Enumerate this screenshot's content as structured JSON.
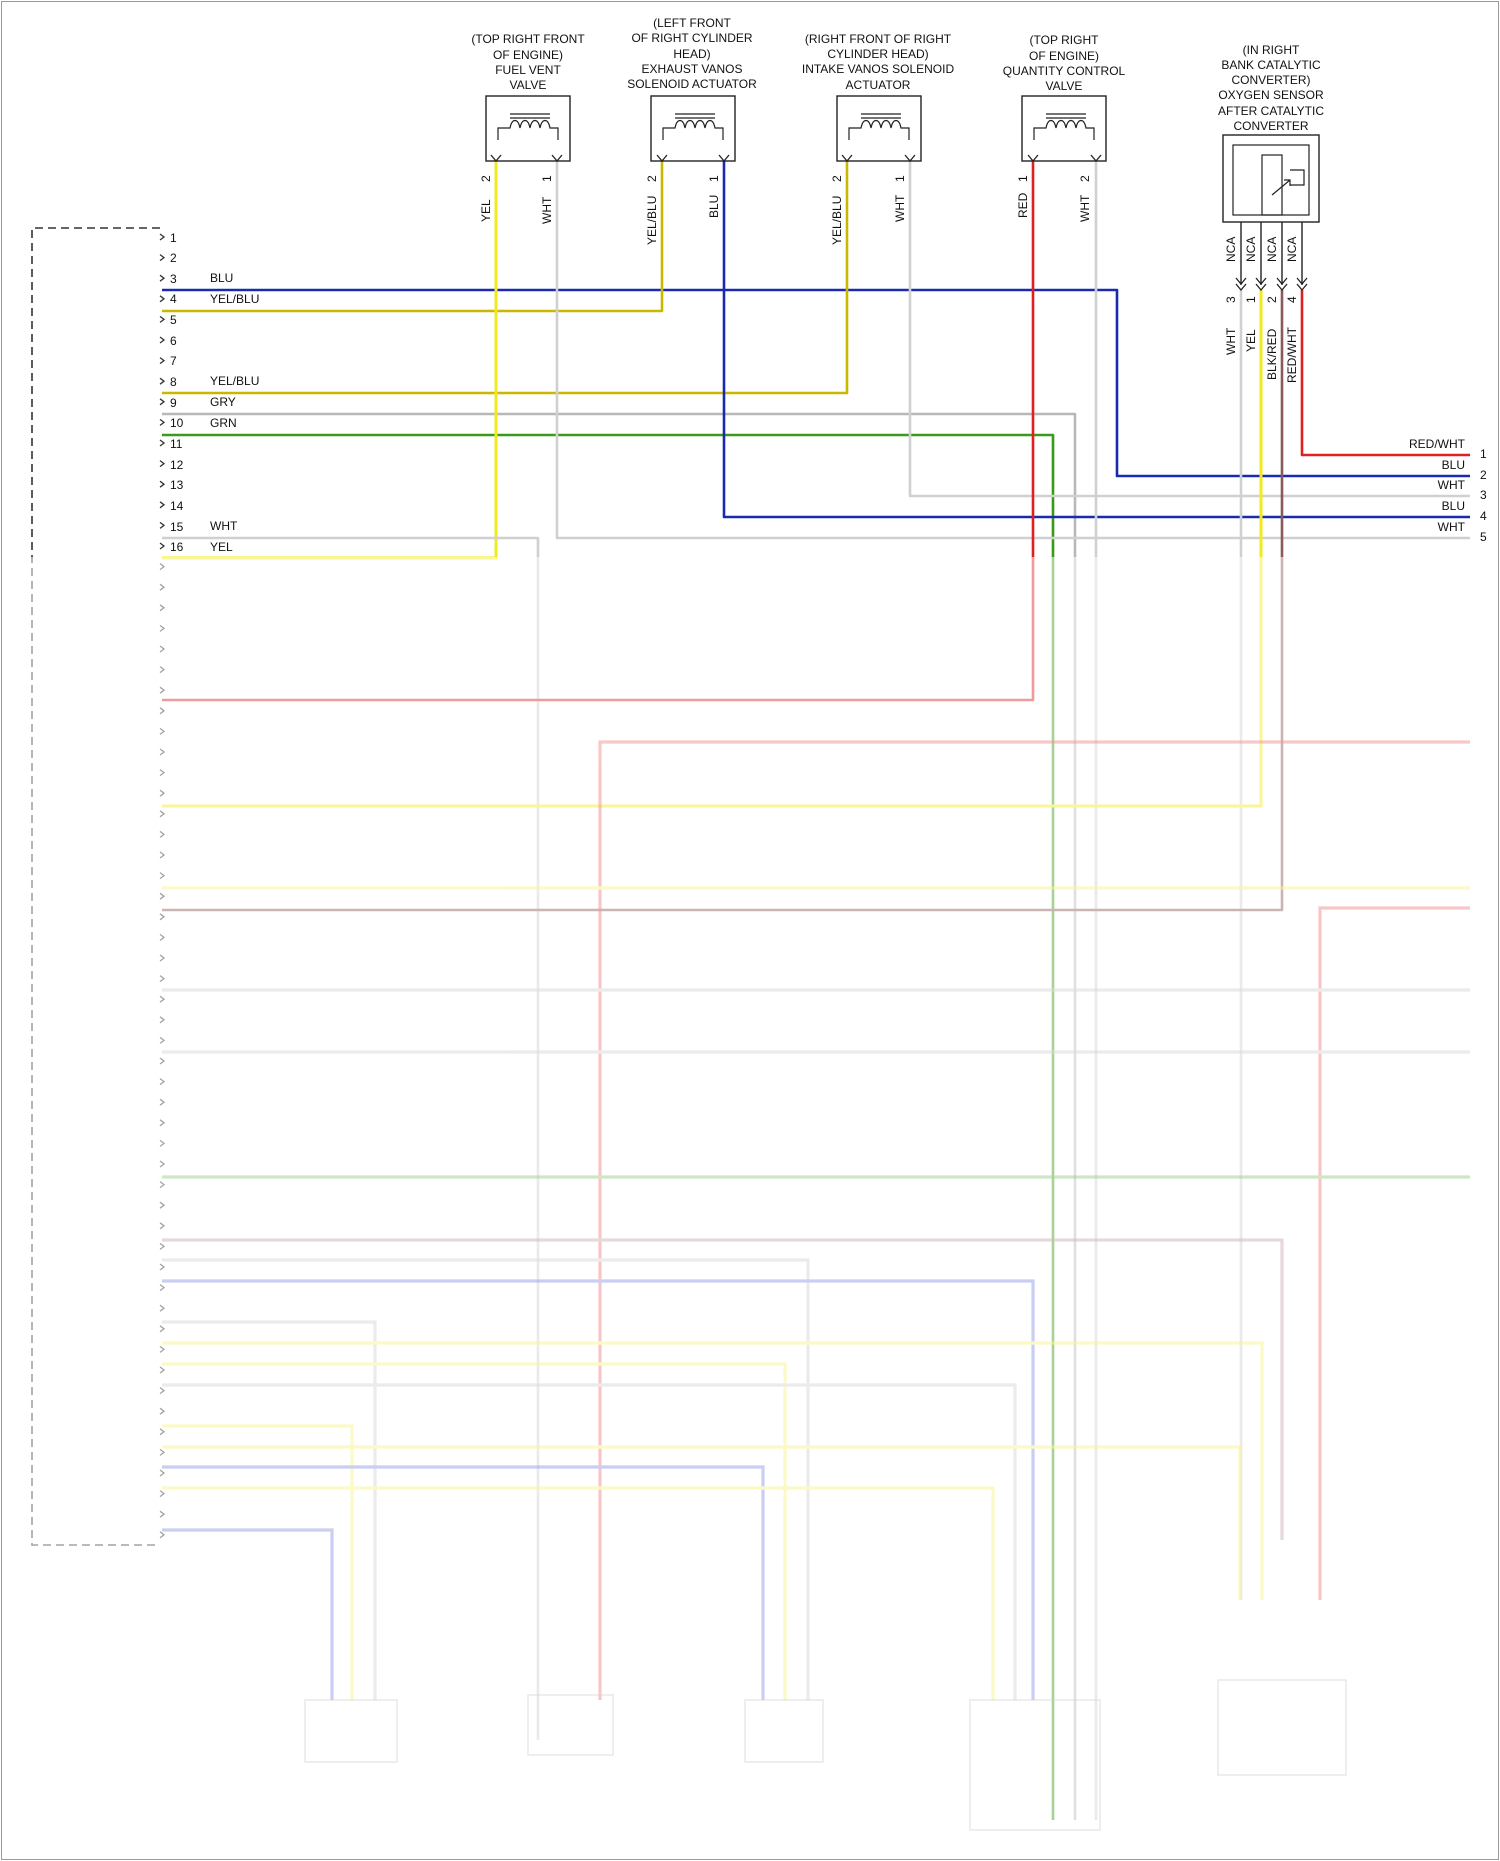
{
  "components": {
    "fuel_vent_valve": {
      "label": [
        "(TOP RIGHT FRONT",
        "OF ENGINE)",
        "FUEL VENT",
        "VALVE"
      ],
      "pins": [
        {
          "num": "2",
          "wire": "YEL"
        },
        {
          "num": "1",
          "wire": "WHT"
        }
      ]
    },
    "exhaust_vanos": {
      "label": [
        "(LEFT FRONT",
        "OF RIGHT CYLINDER",
        "HEAD)",
        "EXHAUST VANOS",
        "SOLENOID ACTUATOR"
      ],
      "pins": [
        {
          "num": "2",
          "wire": "YEL/BLU"
        },
        {
          "num": "1",
          "wire": "BLU"
        }
      ]
    },
    "intake_vanos": {
      "label": [
        "(RIGHT FRONT OF RIGHT",
        "CYLINDER HEAD)",
        "INTAKE VANOS SOLENOID",
        "ACTUATOR"
      ],
      "pins": [
        {
          "num": "2",
          "wire": "YEL/BLU"
        },
        {
          "num": "1",
          "wire": "WHT"
        }
      ]
    },
    "quantity_control_valve": {
      "label": [
        "(TOP RIGHT",
        "OF ENGINE)",
        "QUANTITY CONTROL",
        "VALVE"
      ],
      "pins": [
        {
          "num": "1",
          "wire": "RED"
        },
        {
          "num": "2",
          "wire": "WHT"
        }
      ]
    },
    "oxygen_sensor": {
      "label": [
        "(IN RIGHT",
        "BANK CATALYTIC",
        "CONVERTER)",
        "OXYGEN SENSOR",
        "AFTER CATALYTIC",
        "CONVERTER"
      ],
      "nca": [
        "NCA",
        "NCA",
        "NCA",
        "NCA"
      ],
      "pins": [
        {
          "num": "3",
          "wire": "WHT"
        },
        {
          "num": "1",
          "wire": "YEL"
        },
        {
          "num": "2",
          "wire": "BLK/RED"
        },
        {
          "num": "4",
          "wire": "RED/WHT"
        }
      ]
    }
  },
  "ecm_connector": {
    "pins": [
      "1",
      "2",
      "3",
      "4",
      "5",
      "6",
      "7",
      "8",
      "9",
      "10",
      "11",
      "12",
      "13",
      "14",
      "15",
      "16"
    ],
    "wire_labels": [
      {
        "pin": "3",
        "wire": "BLU"
      },
      {
        "pin": "4",
        "wire": "YEL/BLU"
      },
      {
        "pin": "8",
        "wire": "YEL/BLU"
      },
      {
        "pin": "9",
        "wire": "GRY"
      },
      {
        "pin": "10",
        "wire": "GRN"
      },
      {
        "pin": "15",
        "wire": "WHT"
      },
      {
        "pin": "16",
        "wire": "YEL"
      }
    ]
  },
  "right_connector": {
    "entries": [
      {
        "wire": "RED/WHT",
        "pin": "1"
      },
      {
        "wire": "BLU",
        "pin": "2"
      },
      {
        "wire": "WHT",
        "pin": "3"
      },
      {
        "wire": "BLU",
        "pin": "4"
      },
      {
        "wire": "WHT",
        "pin": "5"
      }
    ]
  },
  "colors": {
    "YEL": "#f2ea1c",
    "BLU": "#1a2ab0",
    "RED": "#e02020",
    "GRN": "#3a9a1a",
    "GRY": "#b8b8b8",
    "WHT": "#d0d0d0",
    "BLK_RED": "#8a5a5a"
  }
}
